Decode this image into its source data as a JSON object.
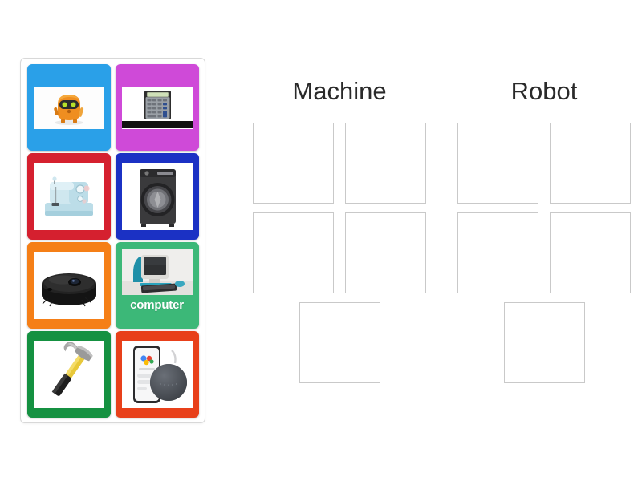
{
  "board": {
    "title_hidden": true,
    "tray": {
      "name": "card-tray",
      "cards": [
        {
          "id": "robot-toy",
          "label": "",
          "icon": "toy-robot-icon",
          "color": "#2aa0e8"
        },
        {
          "id": "calculator",
          "label": "",
          "icon": "calculator-icon",
          "color": "#cf4ad8"
        },
        {
          "id": "sewing-machine",
          "label": "",
          "icon": "sewing-machine-icon",
          "color": "#d5202f"
        },
        {
          "id": "washing-machine",
          "label": "",
          "icon": "washing-machine-icon",
          "color": "#1b31c4"
        },
        {
          "id": "robot-vacuum",
          "label": "",
          "icon": "robot-vacuum-icon",
          "color": "#f57f17"
        },
        {
          "id": "computer",
          "label": "computer",
          "icon": "desktop-computer-icon",
          "color": "#3cb878"
        },
        {
          "id": "hammer",
          "label": "",
          "icon": "hammer-icon",
          "color": "#159141"
        },
        {
          "id": "smart-speaker",
          "label": "",
          "icon": "smart-speaker-icon",
          "color": "#e8401a"
        }
      ]
    },
    "columns": [
      {
        "id": "machine",
        "title": "Machine",
        "slot_count": 5
      },
      {
        "id": "robot",
        "title": "Robot",
        "slot_count": 5
      }
    ]
  },
  "colors": {
    "page_background": "#ffffff",
    "tray_border": "#d8d8d8",
    "slot_border": "#c9c9c9",
    "title_text": "#2a2a2a",
    "card_label_text": "#ffffff"
  }
}
